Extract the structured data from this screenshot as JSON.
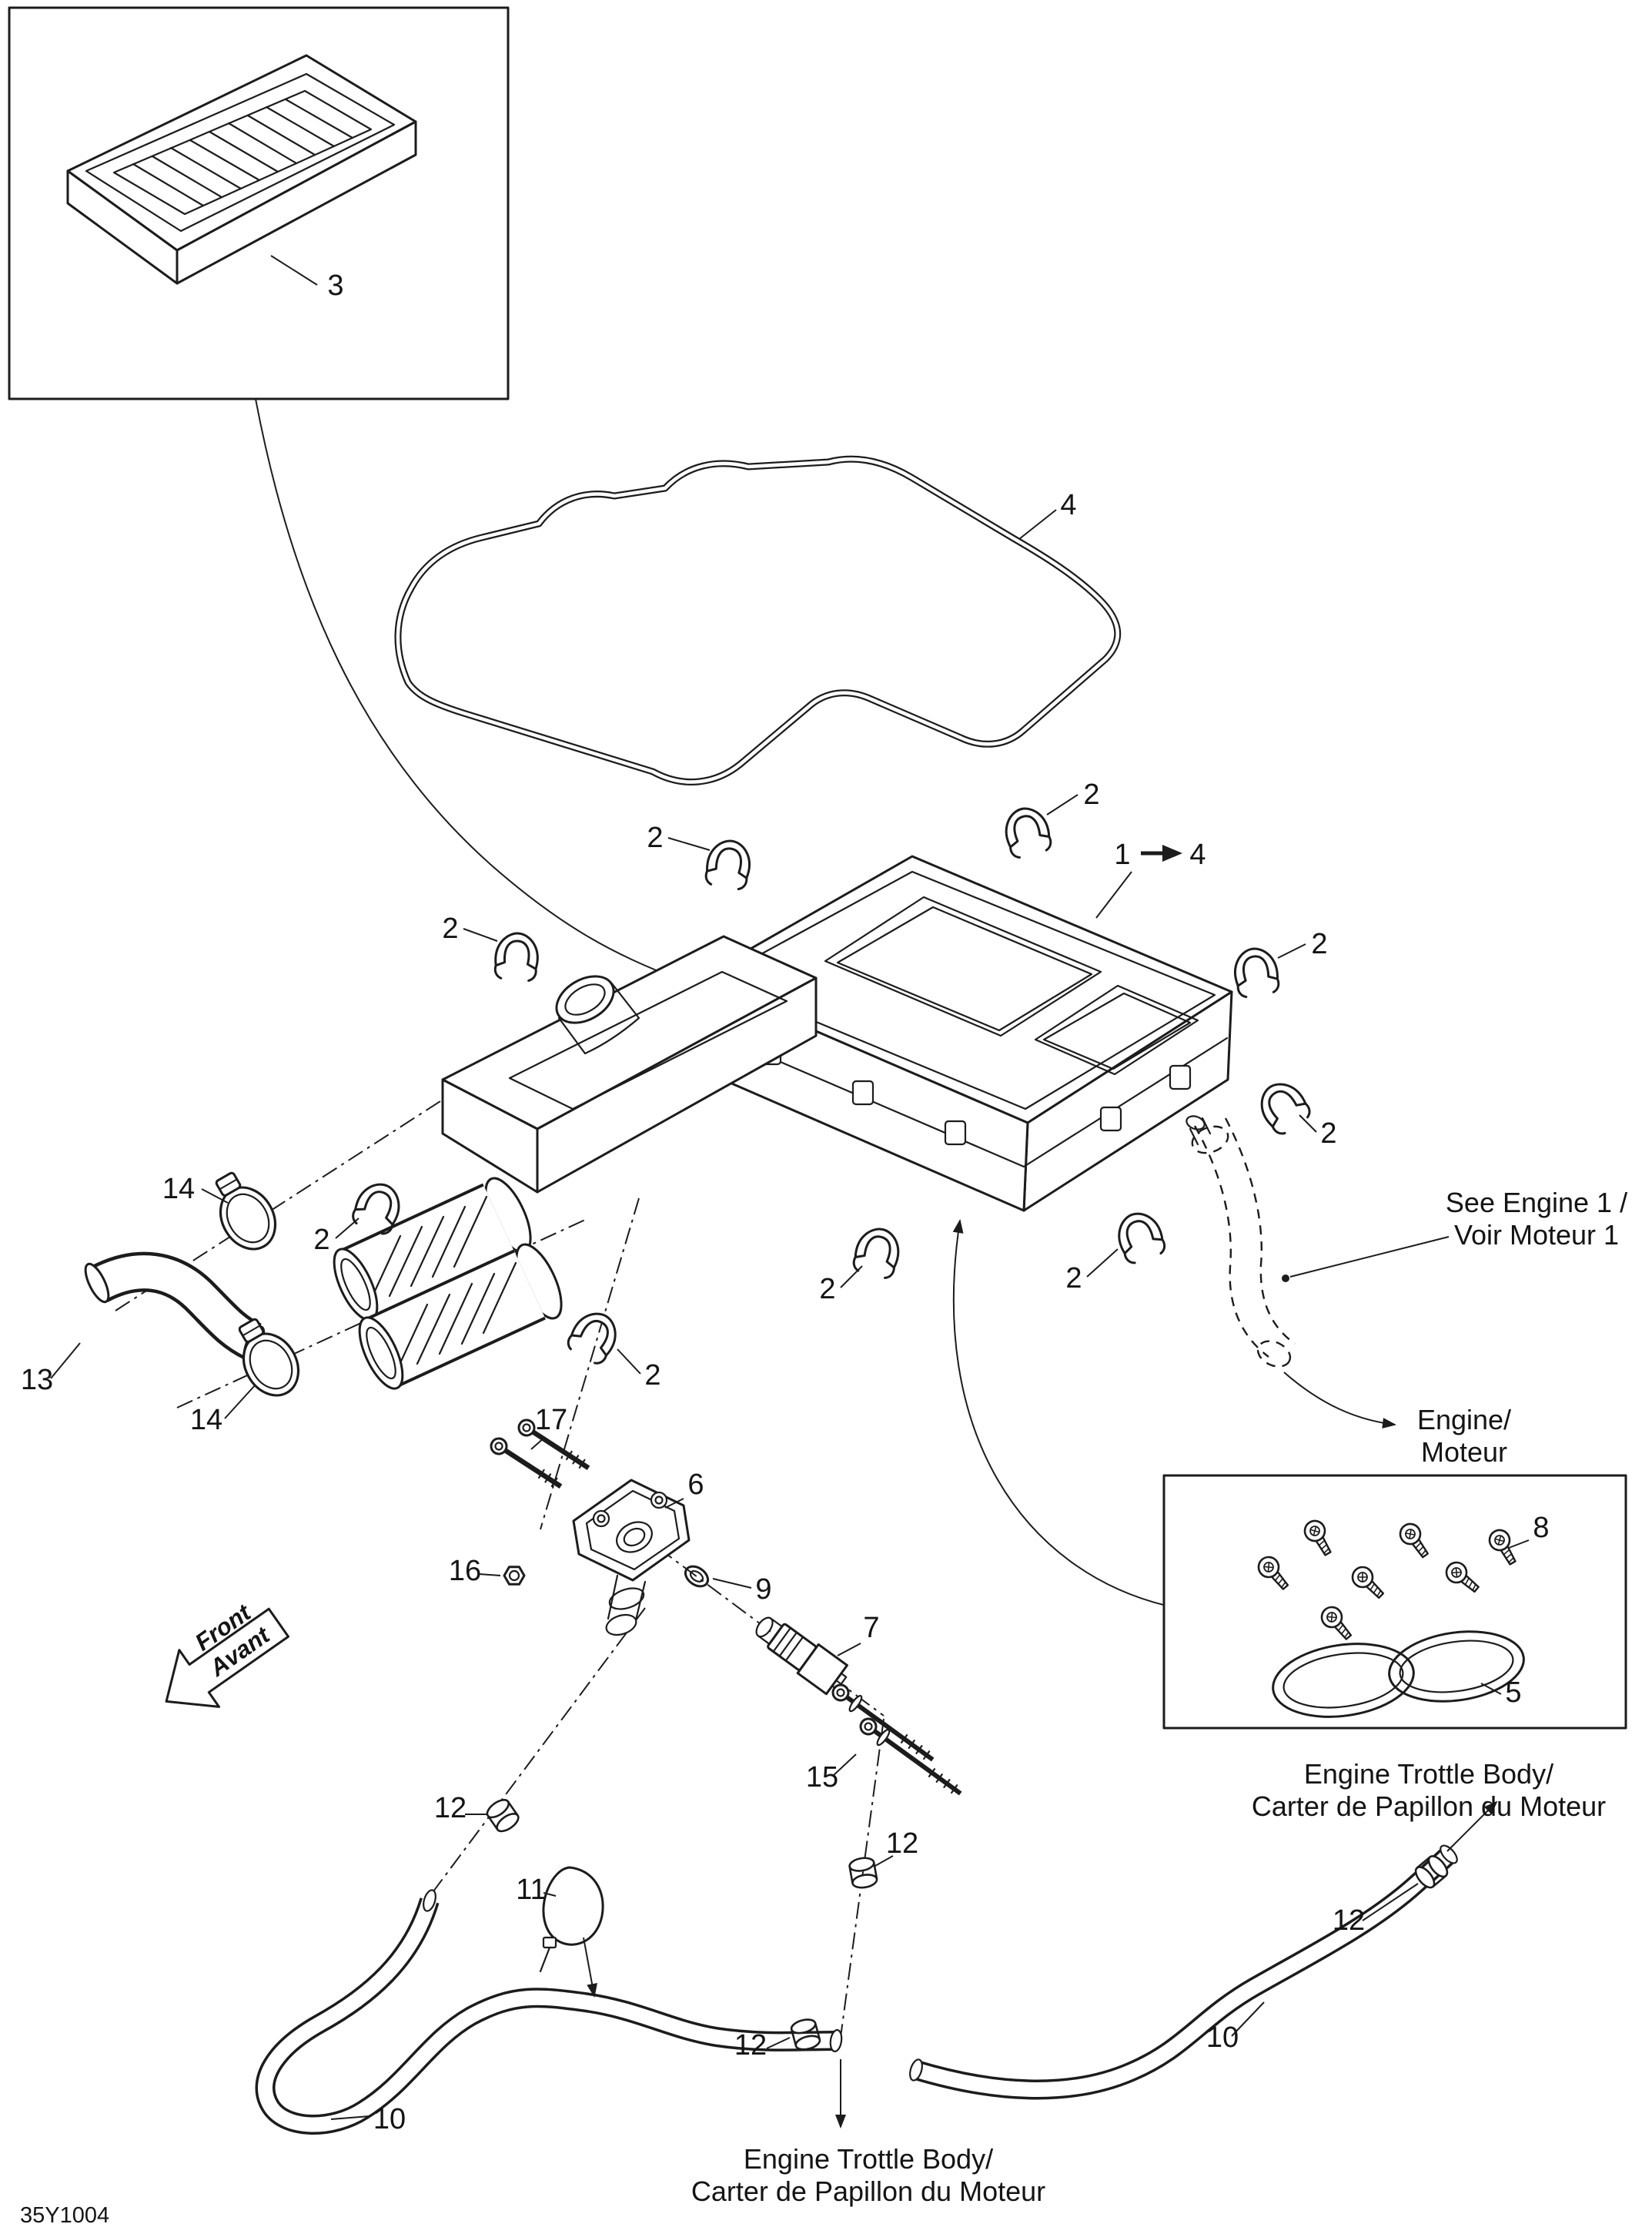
{
  "diagram": {
    "drawing_code": "35Y1004",
    "callouts": {
      "n1": "1",
      "n2": "2",
      "n3": "3",
      "n4": "4",
      "n5": "5",
      "n6": "6",
      "n7": "7",
      "n8": "8",
      "n9": "9",
      "n10": "10",
      "n11": "11",
      "n12": "12",
      "n13": "13",
      "n14": "14",
      "n15": "15",
      "n16": "16",
      "n17": "17"
    },
    "annotations": {
      "see_engine_en": "See Engine 1 /",
      "see_engine_fr": "Voir Moteur 1",
      "engine_en": "Engine/",
      "engine_fr": "Moteur",
      "throttle_en": "Engine Trottle Body/",
      "throttle_fr": "Carter de Papillon du Moteur",
      "front_en": "Front",
      "front_fr": "Avant"
    },
    "colors": {
      "line": "#1c1c1c",
      "background": "#ffffff"
    }
  }
}
